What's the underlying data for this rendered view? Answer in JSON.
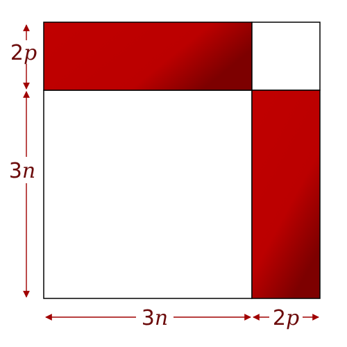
{
  "colors": {
    "accent": "#c00000",
    "accent_dark": "#8a0000",
    "label": "#6b0a0a",
    "arrow": "#a00000",
    "outline": "#000000"
  },
  "labels": {
    "top_side": {
      "coef": "2",
      "var": "p"
    },
    "left_side": {
      "coef": "3",
      "var": "n"
    },
    "bottom_left": {
      "coef": "3",
      "var": "n"
    },
    "bottom_right": {
      "coef": "2",
      "var": "p"
    }
  }
}
